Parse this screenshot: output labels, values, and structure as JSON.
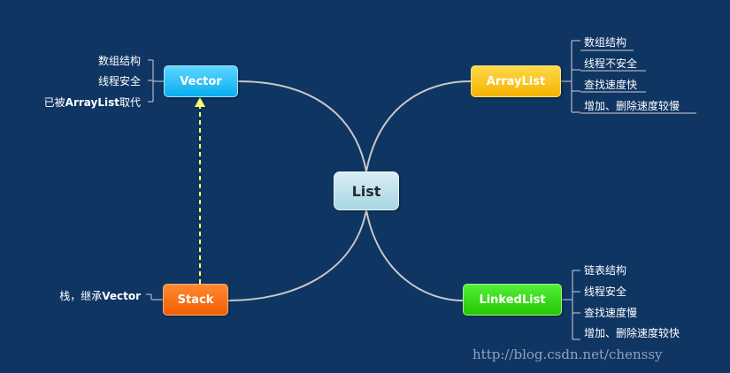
{
  "nodes": {
    "list": "List",
    "vector": "Vector",
    "arraylist": "ArrayList",
    "stack": "Stack",
    "linkedlist": "LinkedList"
  },
  "vector_notes": {
    "n1": "数组结构",
    "n2": "线程安全",
    "n3_pre": "已被",
    "n3_bold": "ArrayList",
    "n3_post": "取代"
  },
  "arraylist_notes": [
    "数组结构",
    "线程不安全",
    "查找速度快",
    "增加、删除速度较慢"
  ],
  "stack_note": {
    "pre": "栈，继承",
    "bold": "Vector"
  },
  "linkedlist_notes": [
    "链表结构",
    "线程安全",
    "查找速度慢",
    "增加、删除速度较快"
  ],
  "watermark": "http://blog.csdn.net/chenssy",
  "colors": {
    "background": "#0f3563",
    "connector": "#c8c8c8",
    "inherit_arrow": "#ffff66"
  }
}
